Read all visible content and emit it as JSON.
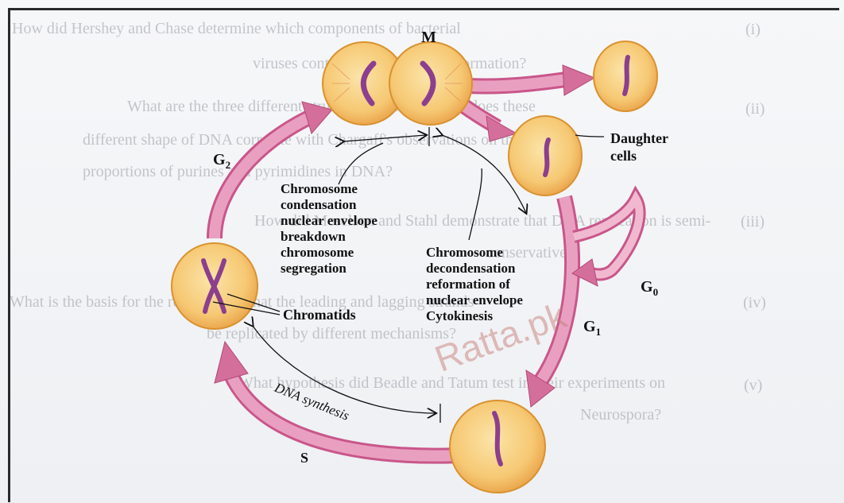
{
  "background_text": {
    "q1_num": "(i)",
    "q1_line1": "How did Hershey and Chase determine which components of bacterial",
    "q1_line2": "viruses contain the hereditary information?",
    "q2_num": "(ii)",
    "q2_line1": "What are the three different structures of DNA? How does these",
    "q2_line2": "different shape of DNA correlate with Chargaff's observations on the",
    "q2_line3": "proportions of purines and pyrimidines in DNA?",
    "q3_num": "(iii)",
    "q3_line1": "How did Meselson and Stahl demonstrate that DNA replication is semi-",
    "q3_line2": "conservative?",
    "q4_num": "(iv)",
    "q4_line1": "What is the basis for the requirement that the leading and lagging strands",
    "q4_line2": "be replicated by different mechanisms?",
    "q5_num": "(v)",
    "q5_line1": "What hypothesis did Beadle and Tatum test in their experiments on",
    "q5_line2": "Neurospora?"
  },
  "diagram": {
    "phase_m": "M",
    "phase_g1": "G",
    "phase_g1_sub": "1",
    "phase_g2": "G",
    "phase_g2_sub": "2",
    "phase_g0": "G",
    "phase_g0_sub": "0",
    "phase_s": "S",
    "daughter_cells_line1": "Daughter",
    "daughter_cells_line2": "cells",
    "mitosis_note": [
      "Chromosome",
      "condensation",
      "nuclear envelope",
      "breakdown",
      "chromosome",
      "segregation"
    ],
    "telophase_note": [
      "Chromosome",
      "decondensation",
      "reformation of",
      "nuclear envelope",
      "Cytokinesis"
    ],
    "chromatids": "Chromatids",
    "dna_synthesis": "DNA synthesis"
  },
  "watermark": "Ratta.pk",
  "colors": {
    "cell_fill": "#f6c873",
    "cell_edge": "#d9922f",
    "arrow_fill": "#d36f9a",
    "chromosome": "#8c3f8e"
  }
}
